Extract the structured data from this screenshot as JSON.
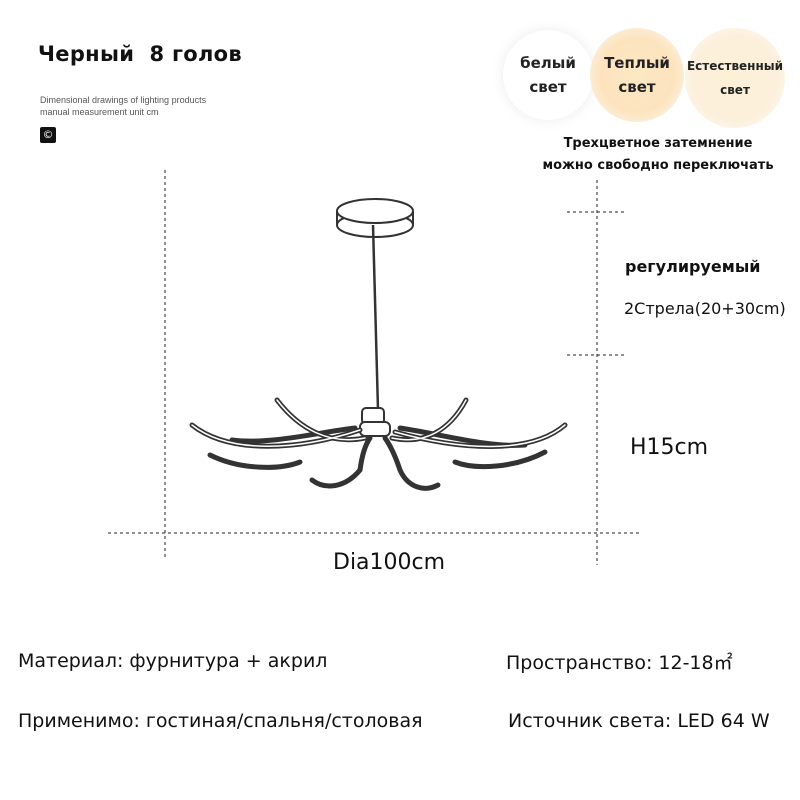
{
  "header": {
    "title": "Черный  8 голов",
    "subtitle_line1": "Dimensional drawings of lighting products",
    "subtitle_line2": "manual measurement unit cm",
    "logo_glyph": "©"
  },
  "light_modes": [
    {
      "line1": "белый",
      "line2": "свет",
      "color": "#ffffff"
    },
    {
      "line1": "Теплый",
      "line2": "свет",
      "color": "#fce3bd"
    },
    {
      "line1": "Естественный",
      "line2": "свет",
      "color": "#fcf0dc"
    }
  ],
  "switch_note": {
    "line1": "Трехцветное затемнение",
    "line2": "можно свободно переключать"
  },
  "dimensions": {
    "adjustable_label": "регулируемый",
    "rod_label": "2Стрела(20+30cm)",
    "height_label": "H15cm",
    "diameter_label": "Dia100cm"
  },
  "specs": {
    "material": "Материал: фурнитура + акрил",
    "space": "Пространство: 12-18㎡",
    "applicable": "Применимо: гостиная/спальня/столовая",
    "light_source": "Источник света: LED 64 W"
  },
  "colors": {
    "line": "#333333",
    "dash": "#222222"
  }
}
